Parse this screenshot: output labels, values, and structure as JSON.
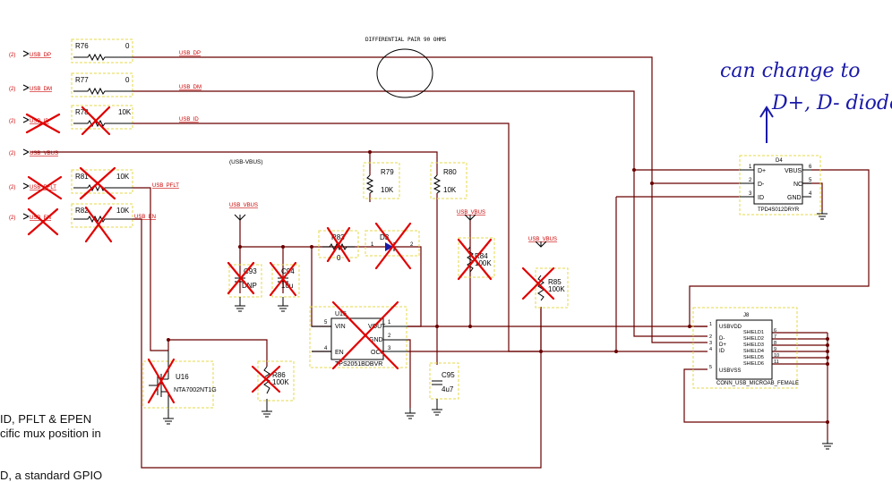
{
  "offpage": {
    "sheet_ref": "(2)",
    "count": 6,
    "nets": [
      "USB_DP",
      "USB_DM",
      "USB_ID",
      "USB_VBUS",
      "USB_PFLT",
      "USB_EN"
    ]
  },
  "resistors": {
    "r76": {
      "ref": "R76",
      "value": "0"
    },
    "r77": {
      "ref": "R77",
      "value": "0"
    },
    "r78": {
      "ref": "R78",
      "value": "10K"
    },
    "r81": {
      "ref": "R81",
      "value": "10K"
    },
    "r82": {
      "ref": "R82",
      "value": "10K"
    },
    "r79": {
      "ref": "R79",
      "value": "10K"
    },
    "r80": {
      "ref": "R80",
      "value": "10K"
    },
    "r83": {
      "ref": "R83",
      "value": "0"
    },
    "r84": {
      "ref": "R84",
      "value": "100K"
    },
    "r85": {
      "ref": "R85",
      "value": "100K"
    },
    "r86": {
      "ref": "R86",
      "value": "100K"
    }
  },
  "capacitors": {
    "c93": {
      "ref": "C93",
      "value": "DNP"
    },
    "c94": {
      "ref": "C94",
      "value": "10u"
    },
    "c95": {
      "ref": "C95",
      "value": "4u7"
    }
  },
  "diode_d3": {
    "ref": "D3",
    "pin1": "1",
    "pin2": "2"
  },
  "vbus_label": "(USB-VBUS)",
  "diff_pair_note": "DIFFERENTIAL PAIR 90 OHMS",
  "u15": {
    "ref": "U15",
    "part": "TPS2051BDBVR",
    "pins": {
      "vin": "VIN",
      "en": "EN",
      "vout": "VOUT",
      "gnd": "GND",
      "oc": "OC#"
    },
    "pin_numbers": {
      "vin": "5",
      "en": "4",
      "vout": "1",
      "gnd": "2",
      "oc": "3"
    }
  },
  "u16": {
    "ref": "U16",
    "part": "NTA7002NT1G"
  },
  "d4": {
    "ref": "D4",
    "part": "TPD4S012DRYR",
    "pins": {
      "dp": "D+",
      "dm": "D-",
      "id": "ID",
      "vbus": "VBUS",
      "nc": "NC",
      "gnd": "GND"
    },
    "pin_numbers": {
      "dp": "1",
      "dm": "2",
      "id": "3",
      "vbus": "6",
      "nc": "5",
      "gnd": "4"
    }
  },
  "j8": {
    "ref": "J8",
    "part": "CONN_USB_MICROAB_FEMALE",
    "left_pins": {
      "usbvdd": "USBVDD",
      "dm": "D-",
      "dp": "D+",
      "id": "ID",
      "usbvss": "USBVSS"
    },
    "left_pin_numbers": {
      "usbvdd": "1",
      "dm": "2",
      "dp": "3",
      "id": "4",
      "usbvss": "5"
    },
    "shields": [
      "SHIELD1",
      "SHIELD2",
      "SHIELD3",
      "SHIELD4",
      "SHIELD5",
      "SHIELD6"
    ],
    "shield_pins": [
      "6",
      "7",
      "8",
      "9",
      "10",
      "11"
    ]
  },
  "annotation": {
    "line1": "can change to",
    "line2": "D+, D- diode"
  },
  "page_text": {
    "line1": "ID, PFLT & EPEN",
    "line2": "cific mux position in",
    "line3": "D, a standard GPIO"
  }
}
